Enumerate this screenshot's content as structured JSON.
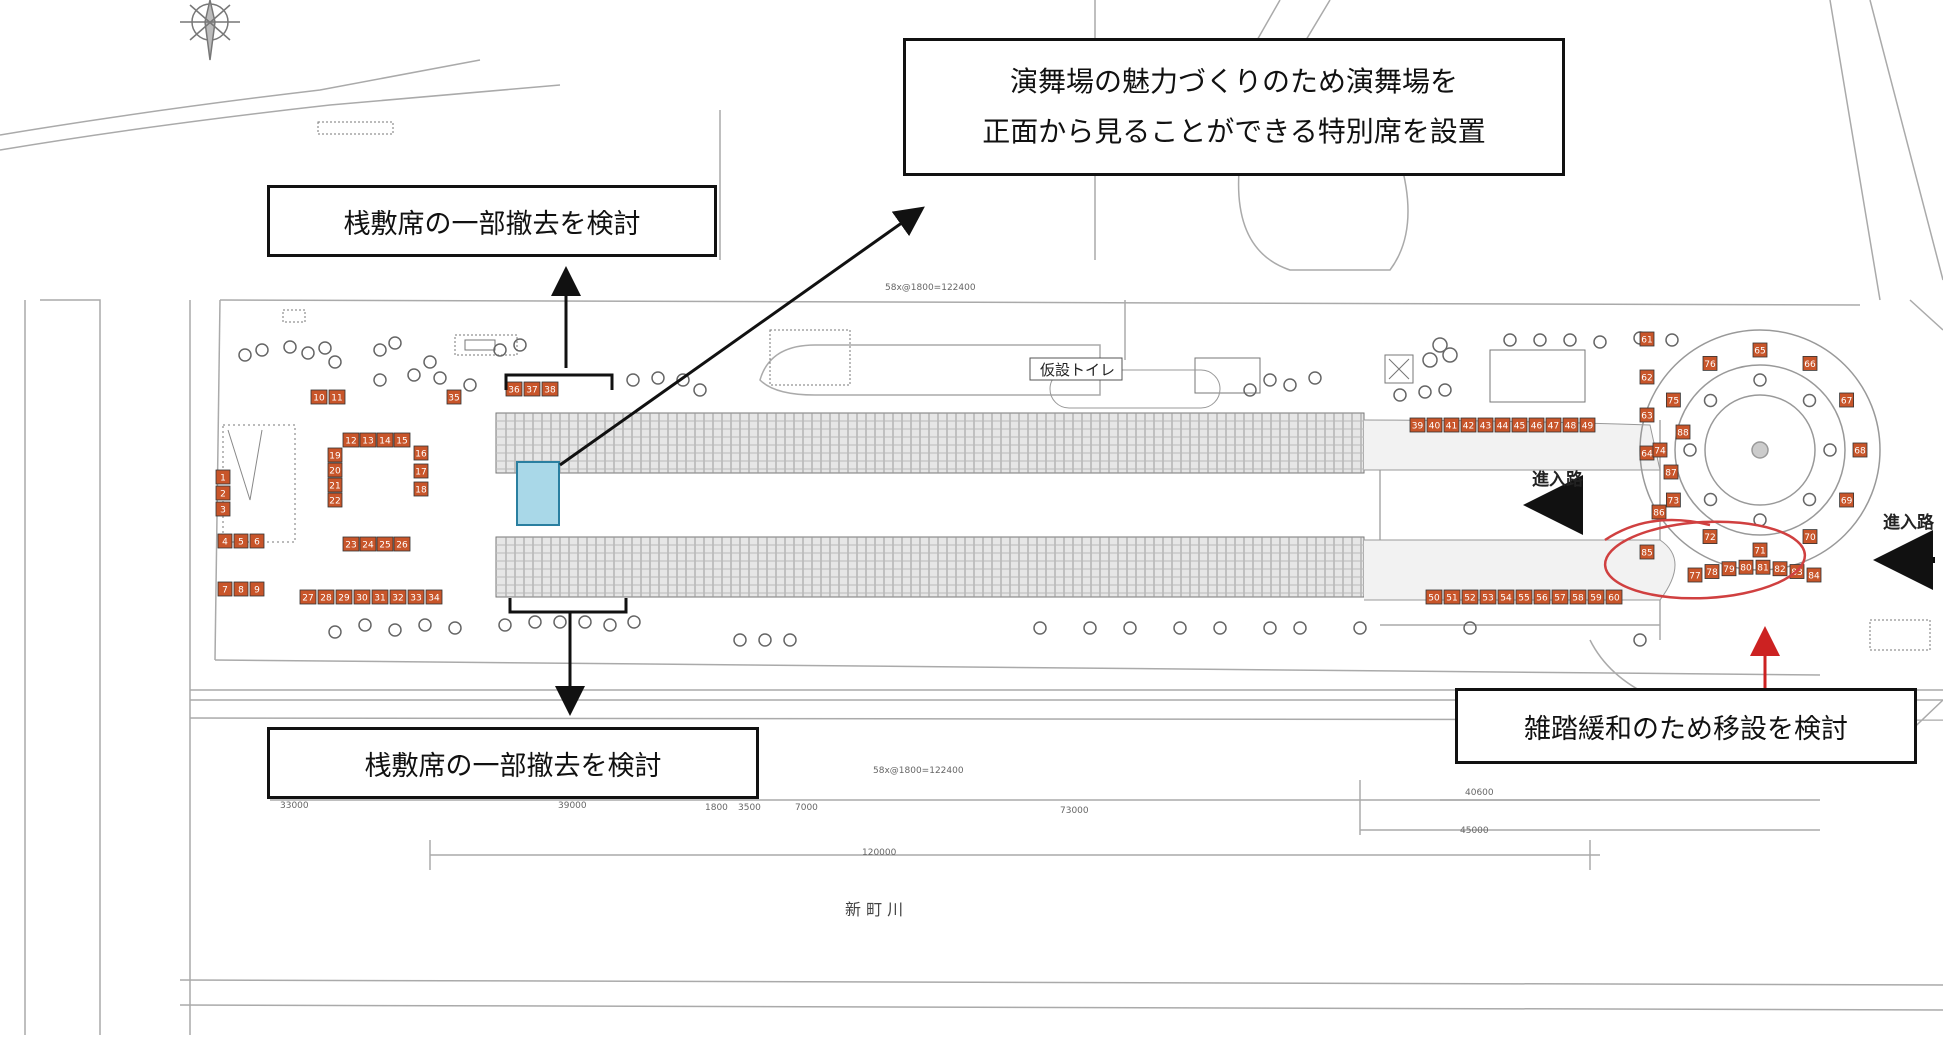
{
  "callouts": {
    "stage_seats": {
      "line1": "演舞場の魅力づくりのため演舞場を",
      "line2": "正面から見ることができる特別席を設置"
    },
    "remove_top": "桟敷席の一部撤去を検討",
    "remove_bottom": "桟敷席の一部撤去を検討",
    "relocate": "雑踏緩和のため移設を検討"
  },
  "map_labels": {
    "toilet": "仮設トイレ",
    "entrance_center": "進入路",
    "entrance_right": "進入路",
    "river": "新 町 川",
    "dim_top": "58x@1800=122400",
    "dim_bottom": "58x@1800=122400",
    "dim_total": "120000",
    "dim_73000": "73000",
    "dim_45000": "45000",
    "dim_40600": "40600",
    "dim_39000": "39000",
    "dim_33000": "33000",
    "dim_7000": "7000",
    "dim_1800": "1800",
    "dim_3500": "3500"
  },
  "stalls": {
    "west_column": [
      "1",
      "2",
      "3"
    ],
    "west_row_a": [
      "4",
      "5",
      "6"
    ],
    "west_row_b": [
      "7",
      "8",
      "9"
    ],
    "west_top": [
      "10",
      "11"
    ],
    "plaza_top": [
      "12",
      "13",
      "14",
      "15"
    ],
    "plaza_left": [
      "19",
      "20",
      "21",
      "22"
    ],
    "plaza_right": [
      "16",
      "17",
      "18"
    ],
    "plaza_bottom": [
      "23",
      "24",
      "25",
      "26"
    ],
    "south_row": [
      "27",
      "28",
      "29",
      "30",
      "31",
      "32",
      "33",
      "34"
    ],
    "north_single": [
      "35"
    ],
    "north_group": [
      "36",
      "37",
      "38"
    ],
    "east_top_row": [
      "39",
      "40",
      "41",
      "42",
      "43",
      "44",
      "45",
      "46",
      "47",
      "48",
      "49"
    ],
    "east_bottom_row": [
      "50",
      "51",
      "52",
      "53",
      "54",
      "55",
      "56",
      "57",
      "58",
      "59",
      "60"
    ],
    "east_side": [
      "61",
      "62",
      "63",
      "64"
    ],
    "circle_group": [
      "65",
      "66",
      "67",
      "68",
      "69",
      "70",
      "71",
      "72",
      "73",
      "74",
      "75",
      "76",
      "77",
      "78",
      "79",
      "80",
      "81",
      "82",
      "83",
      "84",
      "85",
      "86",
      "87",
      "88"
    ]
  },
  "colors": {
    "stall_fill": "#c8552a",
    "highlight_fill": "#a9d8e8",
    "ellipse_stroke": "#d04040",
    "arrow_red": "#cc2222",
    "line": "#888888"
  }
}
